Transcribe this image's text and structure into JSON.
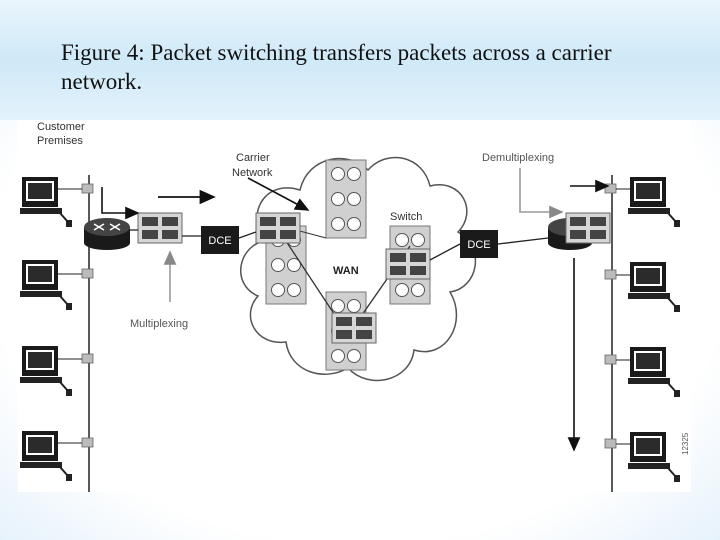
{
  "caption": {
    "line1": "Figure 4: Packet switching transfers packets across a carrier",
    "line2": "network."
  },
  "diagram": {
    "labels": {
      "customer_premises_1": "Customer",
      "customer_premises_2": "Premises",
      "carrier_network_1": "Carrier",
      "carrier_network_2": "Network",
      "demultiplexing": "Demultiplexing",
      "switch": "Switch",
      "wan": "WAN",
      "multiplexing": "Multiplexing",
      "dce_left": "DCE",
      "dce_right": "DCE",
      "figure_code": "12325"
    },
    "colors": {
      "device_dark": "#1a1a1a",
      "mux_fill": "#c9c9c9",
      "cloud_outline": "#555555",
      "arrow_gray": "#999999"
    },
    "icons": [
      "computer-icon",
      "router-icon",
      "multiplexer-icon",
      "dce-box-icon",
      "packet-switch-icon",
      "cloud-icon"
    ]
  }
}
